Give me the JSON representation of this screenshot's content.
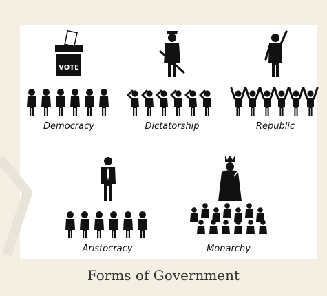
{
  "colors": {
    "background": "#f5efe3",
    "panel": "#ffffff",
    "figure": "#111111",
    "caption": "#333333"
  },
  "ballot_box": {
    "label": "VOTE"
  },
  "groups": [
    {
      "label": "Democracy",
      "icon": "ballot-box-icon"
    },
    {
      "label": "Dictatorship",
      "icon": "dictator-with-rifle-icon"
    },
    {
      "label": "Republic",
      "icon": "leader-raising-hand-icon"
    },
    {
      "label": "Aristocracy",
      "icon": "standing-noble-icon"
    },
    {
      "label": "Monarchy",
      "icon": "crowned-king-icon"
    }
  ],
  "caption": "Forms of Government"
}
